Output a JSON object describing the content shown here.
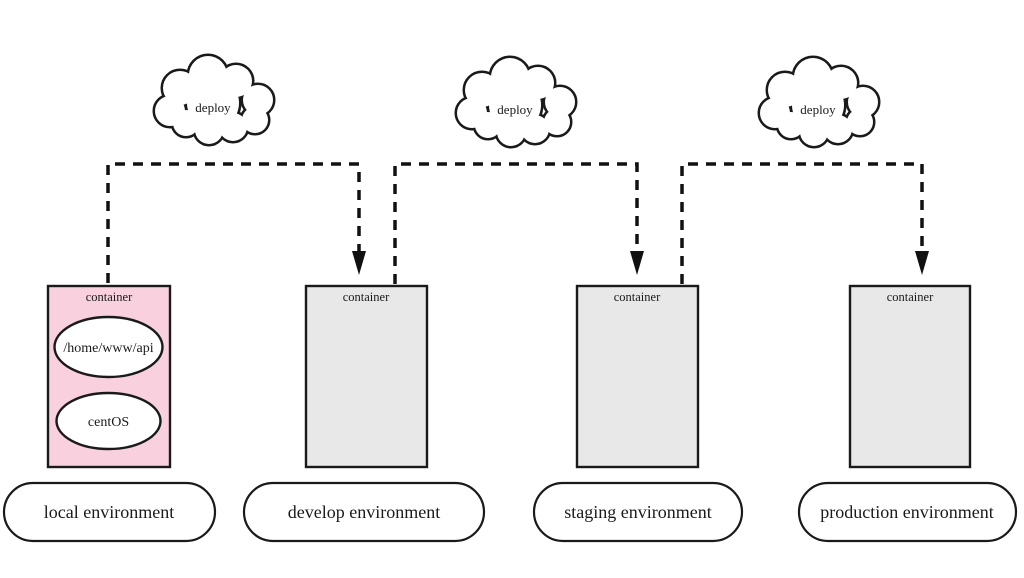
{
  "diagram": {
    "clouds": [
      {
        "label": "deploy"
      },
      {
        "label": "deploy"
      },
      {
        "label": "deploy"
      }
    ],
    "containers": [
      {
        "title": "container",
        "variant": "pink",
        "nodes": [
          "/home/www/api",
          "centOS"
        ]
      },
      {
        "title": "container",
        "variant": "gray"
      },
      {
        "title": "container",
        "variant": "gray"
      },
      {
        "title": "container",
        "variant": "gray"
      }
    ],
    "environments": [
      {
        "label": "local environment"
      },
      {
        "label": "develop environment"
      },
      {
        "label": "staging environment"
      },
      {
        "label": "production environment"
      }
    ],
    "colors": {
      "pink_fill": "#f8d0de",
      "gray_fill": "#e8e8e8",
      "stroke": "#1a1a1a",
      "edge": "#111111",
      "background": "#ffffff"
    }
  }
}
